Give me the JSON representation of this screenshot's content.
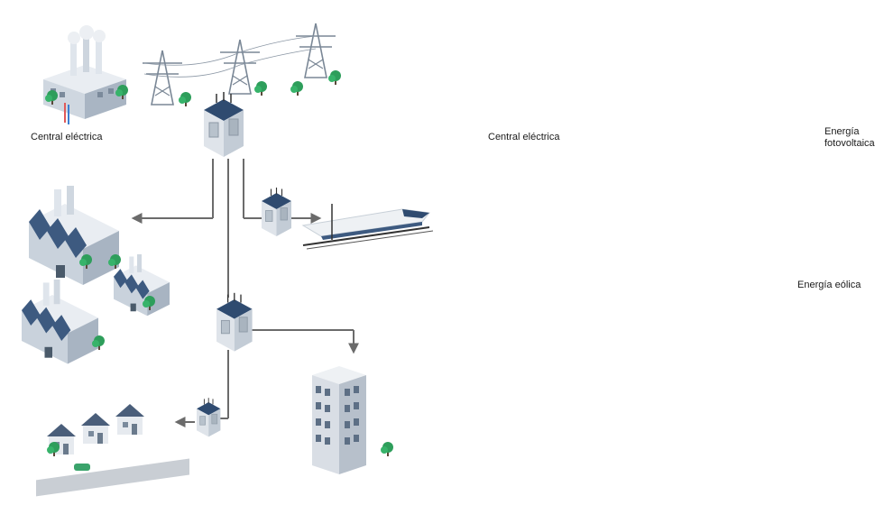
{
  "left_panel": {
    "plant_label": "Central eléctrica"
  },
  "right_panel": {
    "plant_label": "Central eléctrica",
    "solar_label_line1": "Energía",
    "solar_label_line2": "fotovoltaica",
    "wind_label": "Energía eólica"
  },
  "colors": {
    "grid_line": "#6b6b6b",
    "distributed_line": "#f2b400",
    "building_blue": "#3d5a80",
    "tree_green": "#2e9e5b",
    "solar_blue": "#3a74c9"
  }
}
